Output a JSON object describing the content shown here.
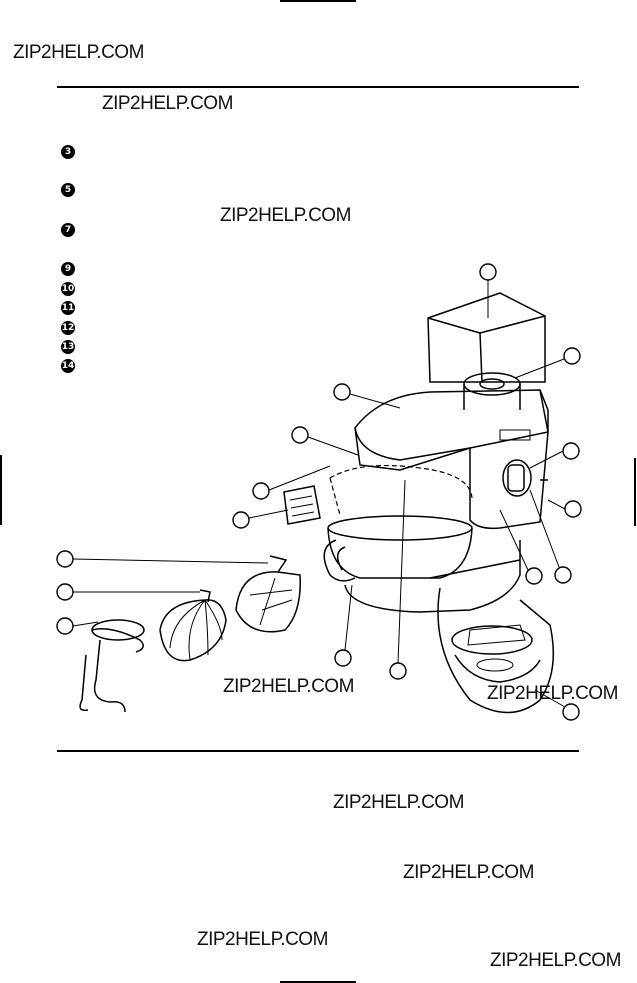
{
  "watermark": "ZIP2HELP.COM",
  "bullets": [
    "3",
    "5",
    "7",
    "9",
    "10",
    "11",
    "12",
    "13",
    "14"
  ],
  "colors": {
    "ink": "#000000",
    "paper": "#ffffff"
  }
}
